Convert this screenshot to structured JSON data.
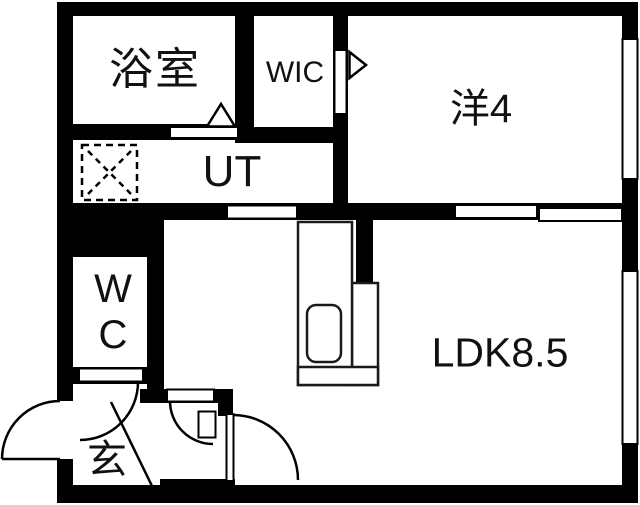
{
  "floorplan": {
    "type": "apartment-floorplan",
    "rooms": [
      {
        "id": "bathroom",
        "label": "浴室"
      },
      {
        "id": "walk-in-closet",
        "label": "WIC"
      },
      {
        "id": "western-room-4",
        "label": "洋4"
      },
      {
        "id": "utility",
        "label": "UT"
      },
      {
        "id": "toilet",
        "label": "WC",
        "label_lines": [
          "W",
          "C"
        ]
      },
      {
        "id": "entrance",
        "label": "玄"
      },
      {
        "id": "ldk",
        "label": "LDK8.5"
      }
    ],
    "fixtures": [
      {
        "name": "washing-machine-pan",
        "shape": "dashed-box-x"
      },
      {
        "name": "kitchen-counter",
        "shape": "l-counter"
      },
      {
        "name": "kitchen-sink",
        "shape": "rounded-rect"
      },
      {
        "name": "entrance-door",
        "shape": "quarter-arc"
      },
      {
        "name": "toilet-door",
        "shape": "quarter-arc"
      },
      {
        "name": "hall-door",
        "shape": "quarter-arc"
      },
      {
        "name": "ldk-door",
        "shape": "quarter-arc"
      },
      {
        "name": "bathroom-door",
        "shape": "triangle-up"
      },
      {
        "name": "wic-door",
        "shape": "triangle-right"
      },
      {
        "name": "sliding-door",
        "shape": "offset-panels"
      },
      {
        "name": "window",
        "shape": "framed-rect"
      }
    ],
    "colors": {
      "wall": "#000000",
      "floor": "#ffffff",
      "line": "#1a1a1a"
    }
  }
}
